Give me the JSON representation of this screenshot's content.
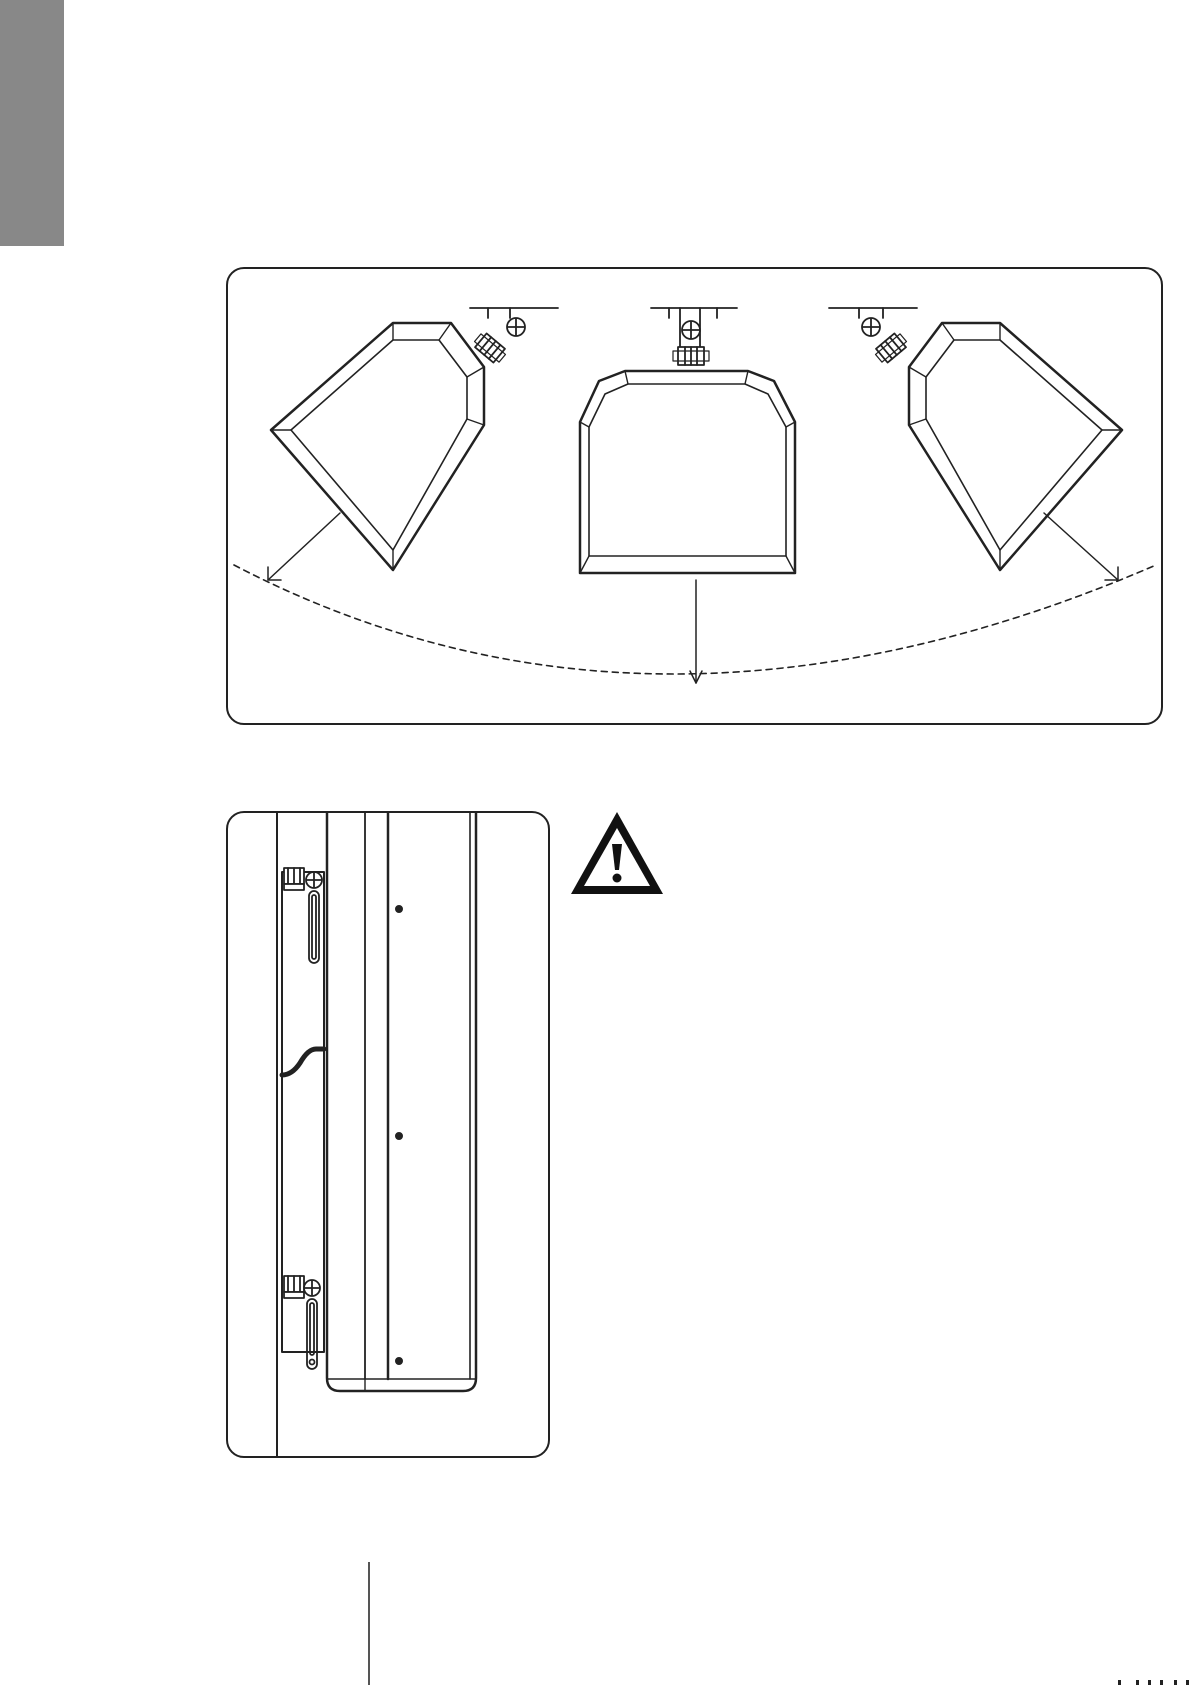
{
  "page": {
    "background": "#ffffff",
    "line_color": "#222222",
    "tab_color": "#888888"
  },
  "top_diagram": {
    "heaters": [
      {
        "orientation": "tilted-left",
        "icon": "heater-tilted-left-icon"
      },
      {
        "orientation": "straight-down",
        "icon": "heater-straight-down-icon"
      },
      {
        "orientation": "tilted-right",
        "icon": "heater-tilted-right-icon"
      }
    ],
    "coverage_arc": "dashed",
    "arrows": 3
  },
  "side_diagram": {
    "view": "side",
    "screws": 3,
    "brackets": 2,
    "cable": "visible"
  },
  "warning": {
    "icon": "warning-triangle-icon",
    "color": "#111111"
  }
}
